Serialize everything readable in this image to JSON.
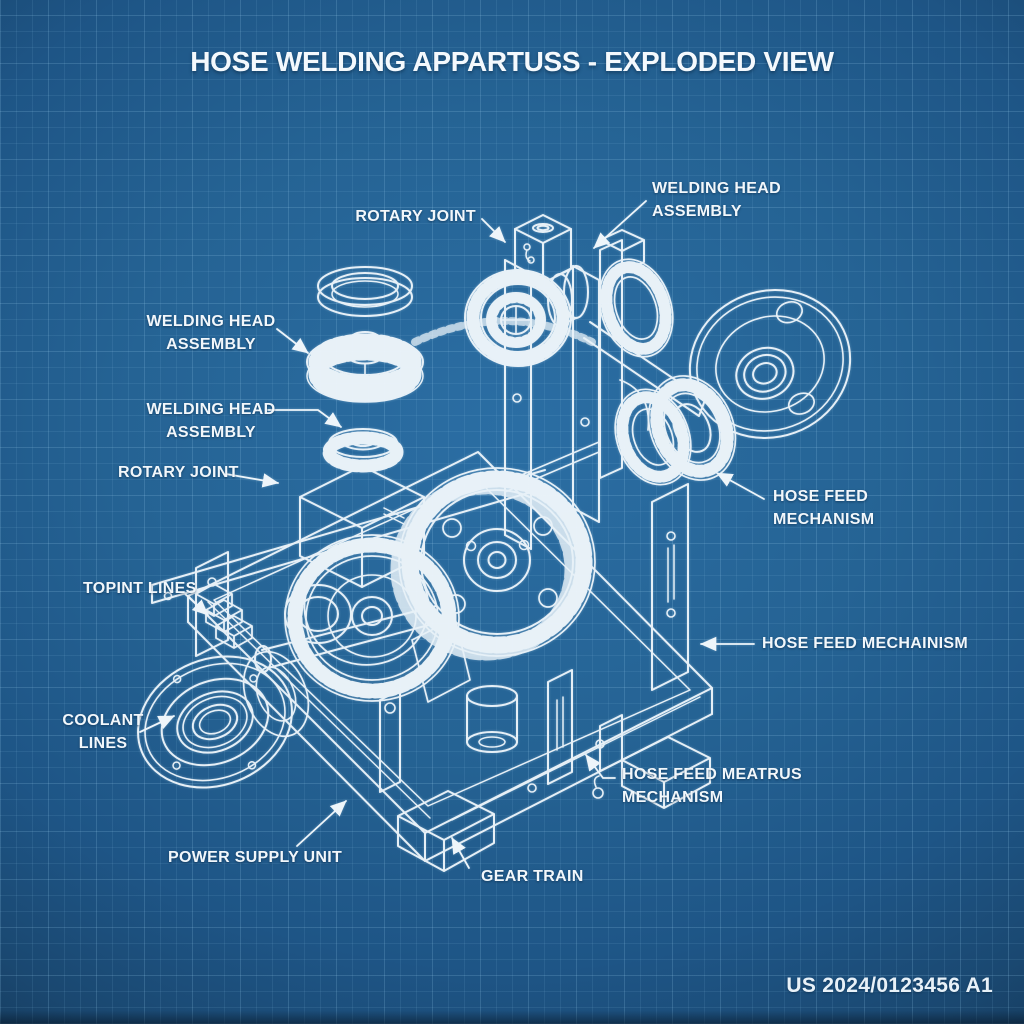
{
  "title": "HOSE WELDING APPARTUSS - EXPLODED VIEW",
  "patent_number": "US 2024/0123456 A1",
  "colors": {
    "background_blue": "#256394",
    "grid_line": "#7fb4d8",
    "drawing_line": "#eef5fa",
    "label_text": "#f2f7fb"
  },
  "labels": {
    "welding_head_right": {
      "line1": "WELDING HEAD",
      "line2": "ASSEMBLY"
    },
    "rotary_joint_top": {
      "line1": "ROTARY JOINT"
    },
    "welding_head_left1": {
      "line1": "WELDING HEAD",
      "line2": "ASSEMBLY"
    },
    "welding_head_left2": {
      "line1": "WELDING HEAD",
      "line2": "ASSEMBLY"
    },
    "rotary_joint_left": {
      "line1": "ROTARY JOINT"
    },
    "topint_lines": {
      "line1": "TOPINT LINES"
    },
    "coolant_lines": {
      "line1": "COOLANT",
      "line2": "LINES"
    },
    "hose_feed_right": {
      "line1": "HOSE FEED",
      "line2": "MECHANISM"
    },
    "hose_feed_mechainism": {
      "line1": "HOSE FEED MECHAINISM"
    },
    "hose_feed_meatrus": {
      "line1": "HOSE FEED MEATRUS",
      "line2": "MECHANISM"
    },
    "power_supply": {
      "line1": "POWER SUPPLY UNIT"
    },
    "gear_train": {
      "line1": "GEAR TRAIN"
    }
  }
}
